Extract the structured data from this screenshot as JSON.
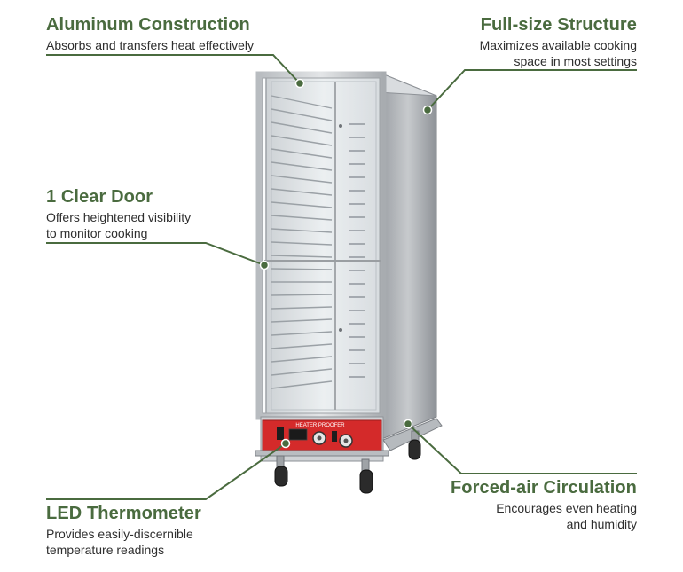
{
  "features": {
    "aluminum": {
      "title": "Aluminum Construction",
      "desc": "Absorbs and transfers heat effectively"
    },
    "fullsize": {
      "title": "Full-size Structure",
      "desc_line1": "Maximizes available cooking",
      "desc_line2": "space in most settings"
    },
    "door": {
      "title": "1 Clear Door",
      "desc_line1": "Offers heightened visibility",
      "desc_line2": "to monitor cooking"
    },
    "forced_air": {
      "title": "Forced-air Circulation",
      "desc_line1": "Encourages even heating",
      "desc_line2": "and humidity"
    },
    "thermometer": {
      "title": "LED Thermometer",
      "desc_line1": "Provides easily-discernible",
      "desc_line2": "temperature readings"
    }
  },
  "product": {
    "panel_label": "HEATER PROOFER",
    "panel_color": "#d42a2a",
    "accent_color": "#4a6b3f"
  }
}
